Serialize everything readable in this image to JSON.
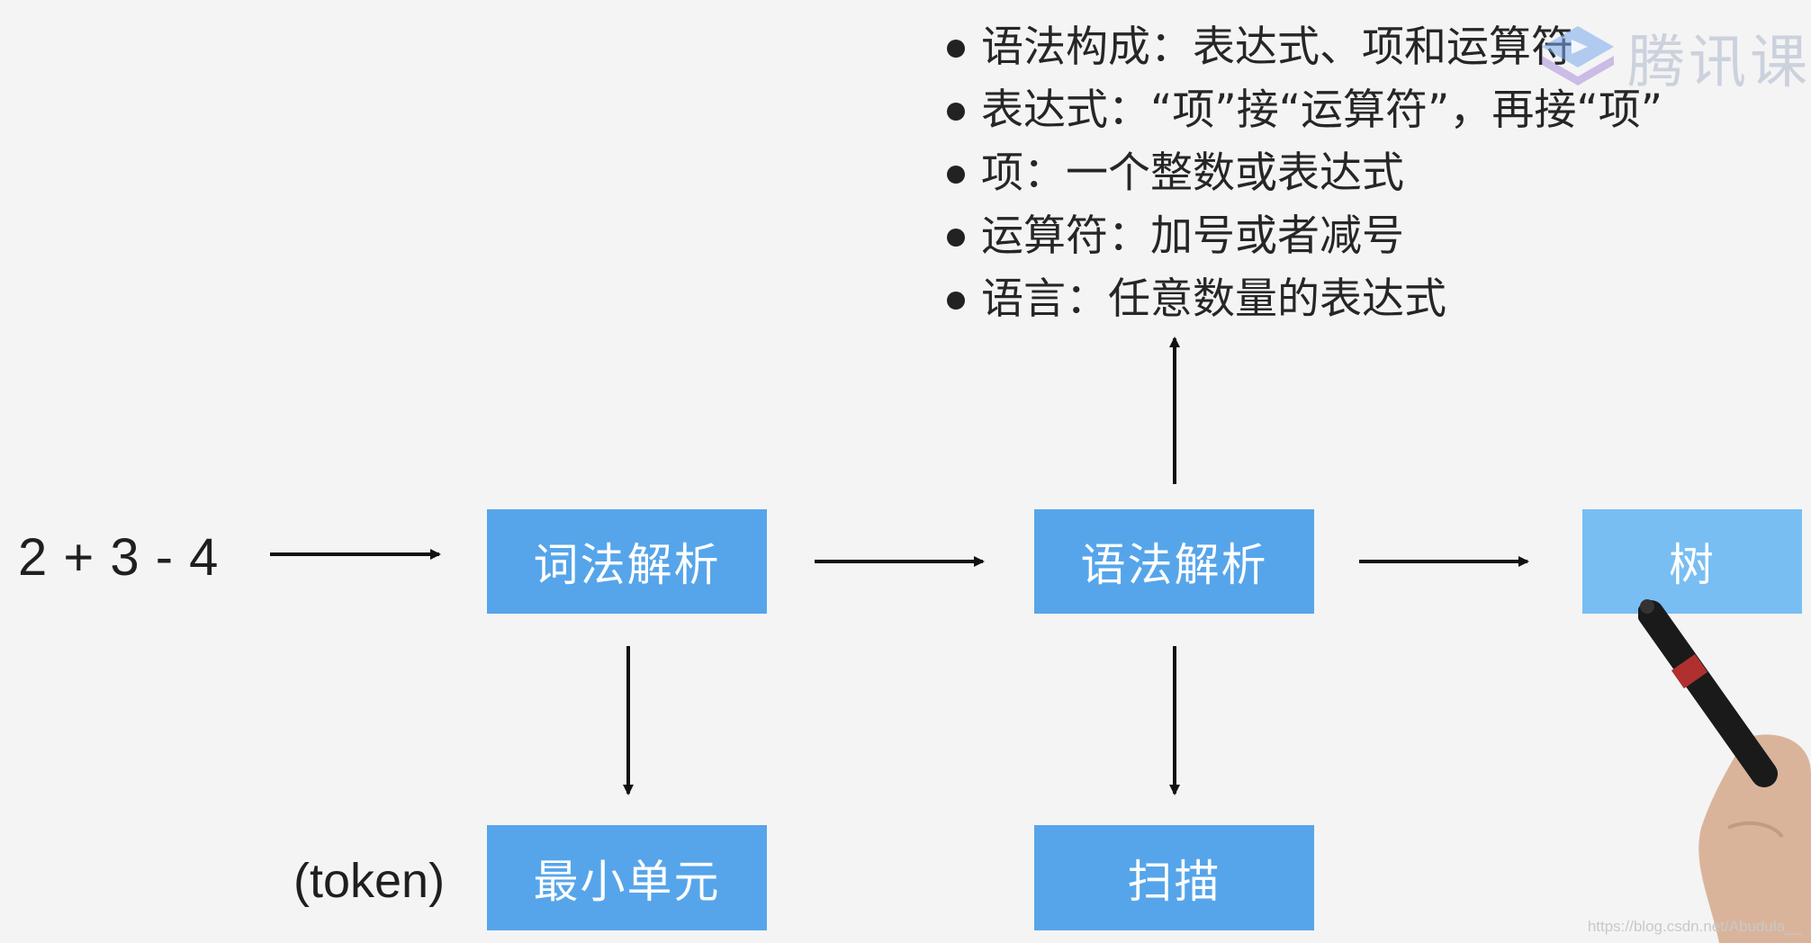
{
  "input_expression": "2 + 3 - 4",
  "token_label": "(token)",
  "boxes": {
    "lexical": "词法解析",
    "syntax": "语法解析",
    "tree": "树",
    "smallest_unit": "最小单元",
    "scan": "扫描"
  },
  "bullets": [
    "语法构成：表达式、项和运算符",
    "表达式：“项”接“运算符”，再接“项”",
    "项：一个整数或表达式",
    "运算符：加号或者减号",
    "语言：任意数量的表达式"
  ],
  "watermark": {
    "text": "腾讯课",
    "icon": "tencent-classroom-logo"
  },
  "credit": "https://blog.csdn.net/Abudula__",
  "colors": {
    "box": "#56a5ea",
    "box_light": "#78bef3",
    "background": "#f4f4f4"
  }
}
